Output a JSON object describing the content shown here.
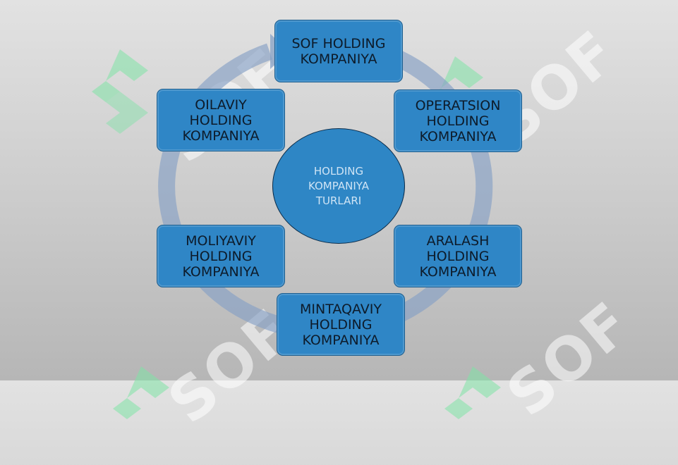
{
  "watermark": {
    "text": "SOF"
  },
  "hub": {
    "label": "HOLDING KOMPANIYA TURLARI"
  },
  "nodes": {
    "sof": "SOF HOLDING KOMPANIYA",
    "operatsion": "OPERATSION HOLDING KOMPANIYA",
    "aralash": "ARALASH HOLDING KOMPANIYA",
    "mintaqaviy": "MINTAQAVIY HOLDING KOMPANIYA",
    "moliyaviy": "MOLIYAVIY HOLDING KOMPANIYA",
    "oilaviy": "OILAVIY HOLDING KOMPANIYA"
  },
  "colors": {
    "node_fill": "#2f86c6",
    "ring": "#8fa6c2",
    "watermark_green": "#7fe3a6"
  }
}
